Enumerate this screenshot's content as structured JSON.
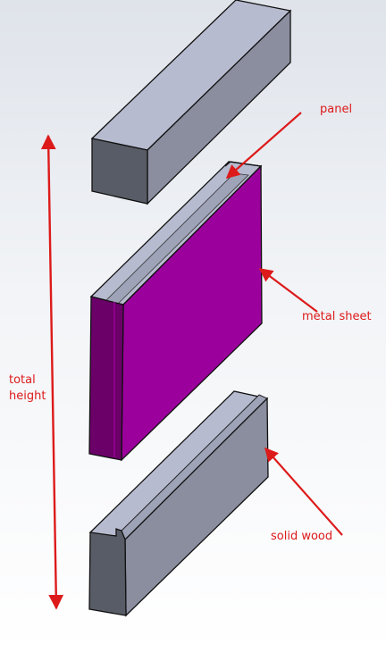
{
  "labels": {
    "panel": "panel",
    "metal_sheet": "metal sheet",
    "solid_wood": "solid wood",
    "total_height_line1": "total",
    "total_height_line2": "height"
  },
  "colors": {
    "annotation": "#dd1a1a",
    "metal_sheet": "#9c009c",
    "metal_sheet_dark": "#6a0068",
    "wood_top": "#b7bbcf",
    "wood_front": "#585c66",
    "wood_side": "#8a8e9f"
  }
}
